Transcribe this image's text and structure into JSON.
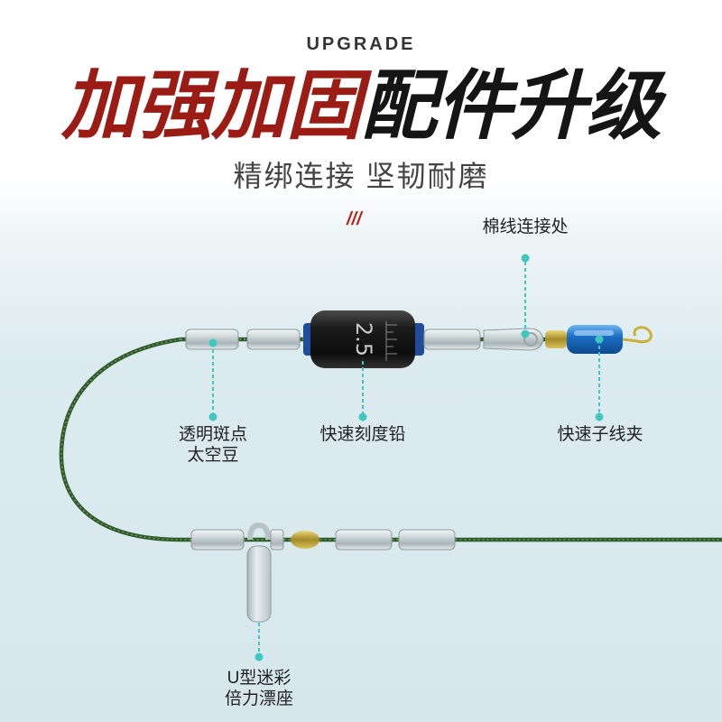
{
  "header": {
    "kicker": "UPGRADE",
    "title_red": "加强加固",
    "title_black": "配件升级",
    "subtitle": "精绑连接 坚韧耐磨",
    "accent_mark": "///"
  },
  "sinker": {
    "marking": "2.5"
  },
  "callouts": {
    "cotton_joint": "棉线连接处",
    "space_bean_line1": "透明斑点",
    "space_bean_line2": "太空豆",
    "sinker_label": "快速刻度铅",
    "snap_clip": "快速子线夹",
    "float_seat_line1": "U型迷彩",
    "float_seat_line2": "倍力漂座"
  },
  "colors": {
    "title_red": "#9b1b15",
    "line_green": "#2f5a2c",
    "pointer_teal": "#40c8c0",
    "clip_blue": "#1c6fc4"
  }
}
